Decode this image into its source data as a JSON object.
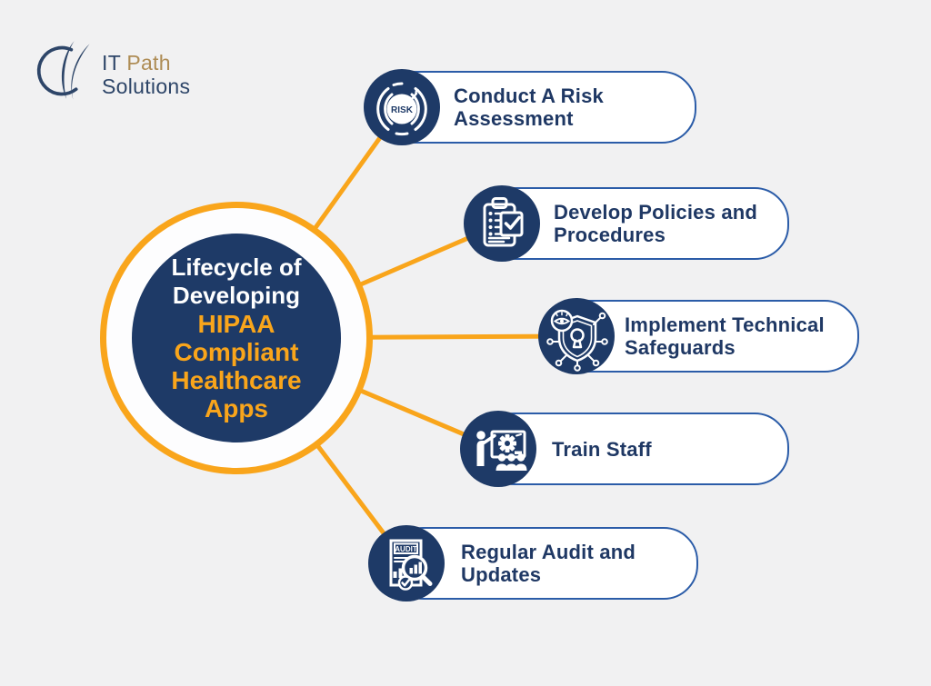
{
  "diagram": {
    "center": {
      "white_lines": [
        "Lifecycle of",
        "Developing"
      ],
      "yellow_lines": [
        "HIPAA",
        "Compliant",
        "Healthcare",
        "Apps"
      ]
    },
    "items": [
      {
        "label": "Conduct A Risk Assessment",
        "lines": [
          "Conduct A Risk",
          "Assessment"
        ],
        "icon": "risk-gauge"
      },
      {
        "label": "Develop Policies and Procedures",
        "lines": [
          "Develop Policies and",
          "Procedures"
        ],
        "icon": "clipboard-checklist"
      },
      {
        "label": "Implement Technical Safeguards",
        "lines": [
          "Implement Technical",
          "Safeguards"
        ],
        "icon": "shield-keyhole-network"
      },
      {
        "label": "Train Staff",
        "lines": [
          "Train Staff",
          ""
        ],
        "icon": "staff-training-presentation"
      },
      {
        "label": "Regular Audit and Updates",
        "lines": [
          "Regular Audit and",
          "Updates"
        ],
        "icon": "audit-document-magnifier"
      }
    ],
    "icon_labels": {
      "risk": "RISK",
      "audit": "AUDIT"
    }
  },
  "logo": {
    "it": "IT",
    "path": "Path",
    "solutions": "Solutions"
  },
  "colors": {
    "background": "#f1f1f2",
    "navy": "#1e3a67",
    "yellow": "#f9a51b",
    "pill_border": "#2b5ca8",
    "pill_text": "#1f3864",
    "logo_gold": "#ae8c55",
    "logo_navy": "#2d4568"
  }
}
